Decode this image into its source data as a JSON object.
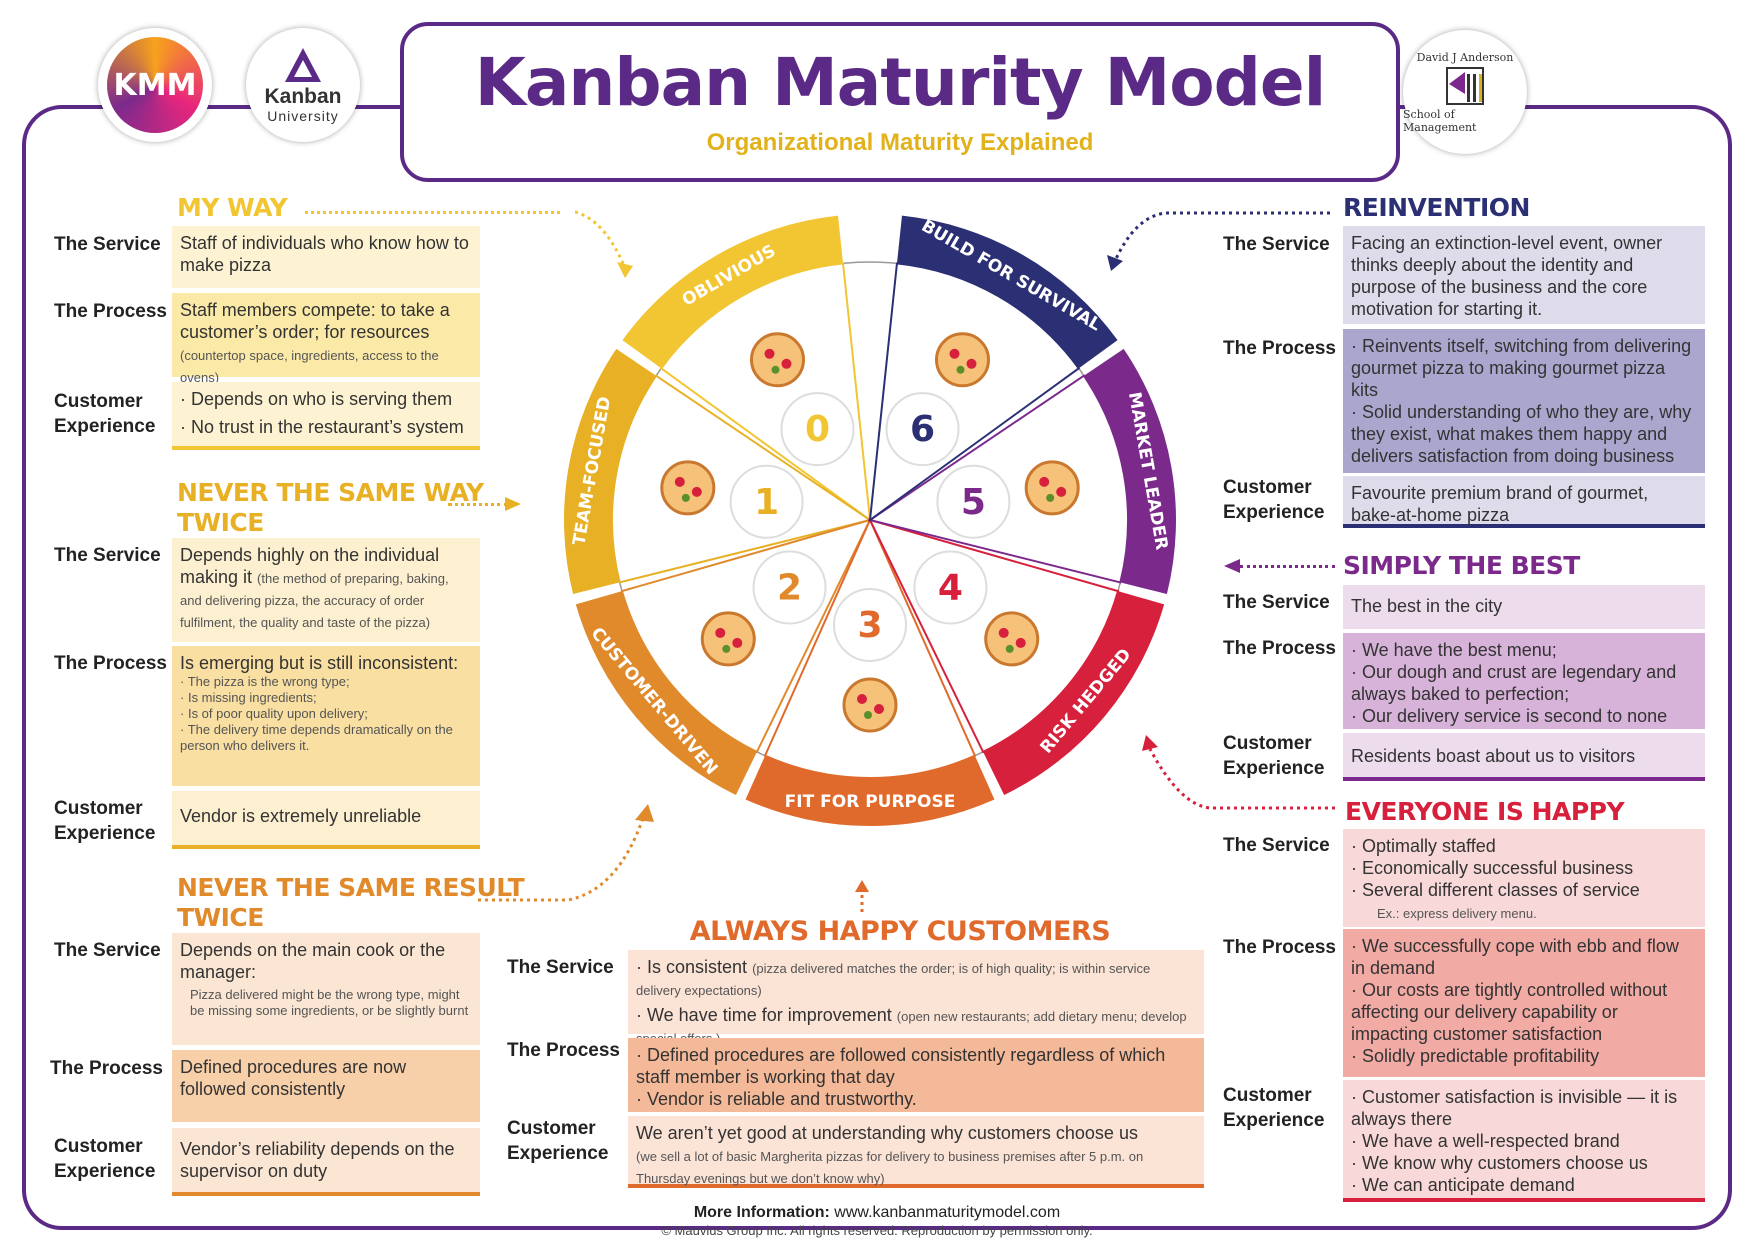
{
  "header": {
    "title": "Kanban Maturity Model",
    "subtitle": "Organizational Maturity Explained",
    "logo_kmm": "KMM",
    "logo_ku_1": "Kanban",
    "logo_ku_2": "University",
    "logo_school_1": "David J Anderson",
    "logo_school_2": "School of Management"
  },
  "labels": {
    "service": "The Service",
    "process": "The Process",
    "cx1": "Customer",
    "cx2": "Experience"
  },
  "wheel": {
    "segments": [
      {
        "num": "0",
        "name": "OBLIVIOUS",
        "color": "#f2c533"
      },
      {
        "num": "1",
        "name": "TEAM-FOCUSED",
        "color": "#e8b125"
      },
      {
        "num": "2",
        "name": "CUSTOMER-DRIVEN",
        "color": "#e08a2c"
      },
      {
        "num": "3",
        "name": "FIT FOR PURPOSE",
        "color": "#e06a2c"
      },
      {
        "num": "4",
        "name": "RISK HEDGED",
        "color": "#d7203c"
      },
      {
        "num": "5",
        "name": "MARKET LEADER",
        "color": "#7b2a8c"
      },
      {
        "num": "6",
        "name": "BUILD FOR SURVIVAL",
        "color": "#2b2f73"
      }
    ]
  },
  "level0": {
    "heading": "MY WAY",
    "service": "Staff of individuals who know how to make pizza",
    "process": "Staff members compete: to take a customer’s order;  for resources",
    "process_note": "(countertop space, ingredients, access to the ovens)",
    "cx": [
      "Depends on who is serving them",
      "No trust in the restaurant’s system"
    ]
  },
  "level1": {
    "heading1": "NEVER THE SAME WAY",
    "heading2": "TWICE",
    "service": "Depends highly on the individual making it",
    "service_note": "(the method of preparing, baking, and delivering pizza, the accuracy of order fulfilment, the quality and taste of the pizza)",
    "process": "Is emerging but is still inconsistent:",
    "process_items": [
      "The pizza is the wrong type;",
      "Is missing ingredients;",
      "Is of poor quality upon delivery;",
      "The delivery time depends dramatically on the person who delivers it."
    ],
    "cx": "Vendor is extremely unreliable"
  },
  "level2": {
    "heading1": "NEVER THE SAME RESULT",
    "heading2": "TWICE",
    "service": "Depends on the main cook or the manager:",
    "service_note": "Pizza delivered might be the wrong type, might be missing some ingredients, or be slightly burnt",
    "process": "Defined procedures are now followed consistently",
    "cx": "Vendor’s reliability depends on the supervisor on duty"
  },
  "level3": {
    "heading": "ALWAYS HAPPY CUSTOMERS",
    "service_1": "Is consistent",
    "service_1_note": "(pizza delivered matches the order; is of high quality; is within service delivery expectations)",
    "service_2": "We have time for improvement",
    "service_2_note": "(open new restaurants; add dietary menu; develop special offers )",
    "process": [
      "Defined procedures are followed consistently regardless of which staff member is working that day",
      "Vendor is reliable and trustworthy."
    ],
    "cx": "We aren’t yet good at understanding why customers choose us",
    "cx_note": "(we sell a lot of basic Margherita pizzas for delivery to business premises after 5 p.m. on Thursday evenings but we don’t know why)"
  },
  "level4": {
    "heading": "EVERYONE IS HAPPY",
    "service": [
      "Optimally staffed",
      "Economically successful business",
      "Several different classes of service"
    ],
    "service_note": "Ex.: express delivery menu.",
    "process": [
      "We successfully cope with ebb and flow in demand",
      "Our costs are tightly controlled without affecting our delivery capability or impacting customer satisfaction",
      "Solidly predictable profitability"
    ],
    "cx": [
      "Customer satisfaction is invisible — it is always there",
      "We have a well-respected brand",
      "We know why customers choose us",
      "We can anticipate demand"
    ]
  },
  "level5": {
    "heading": "SIMPLY THE BEST",
    "service": "The best in the city",
    "process": [
      "We have the best menu;",
      "Our dough and crust are legendary and always baked to perfection;",
      "Our delivery service is second to none"
    ],
    "cx": "Residents boast about us to visitors"
  },
  "level6": {
    "heading": "REINVENTION",
    "service": "Facing an extinction-level event, owner thinks deeply about the identity and purpose of the business and the core motivation for starting it.",
    "process": [
      "Reinvents itself, switching from delivering gourmet pizza to making gourmet pizza kits",
      "Solid understanding of who they are, why they exist, what makes them happy and delivers satisfaction from doing business"
    ],
    "cx": "Favourite premium brand of gourmet, bake-at-home pizza"
  },
  "footer": {
    "more_label": "More  Information:",
    "url": "www.kanbanmaturitymodel.com",
    "copyright": "© Mauvius Group Inc. All rights reserved. Reproduction by permission only."
  }
}
